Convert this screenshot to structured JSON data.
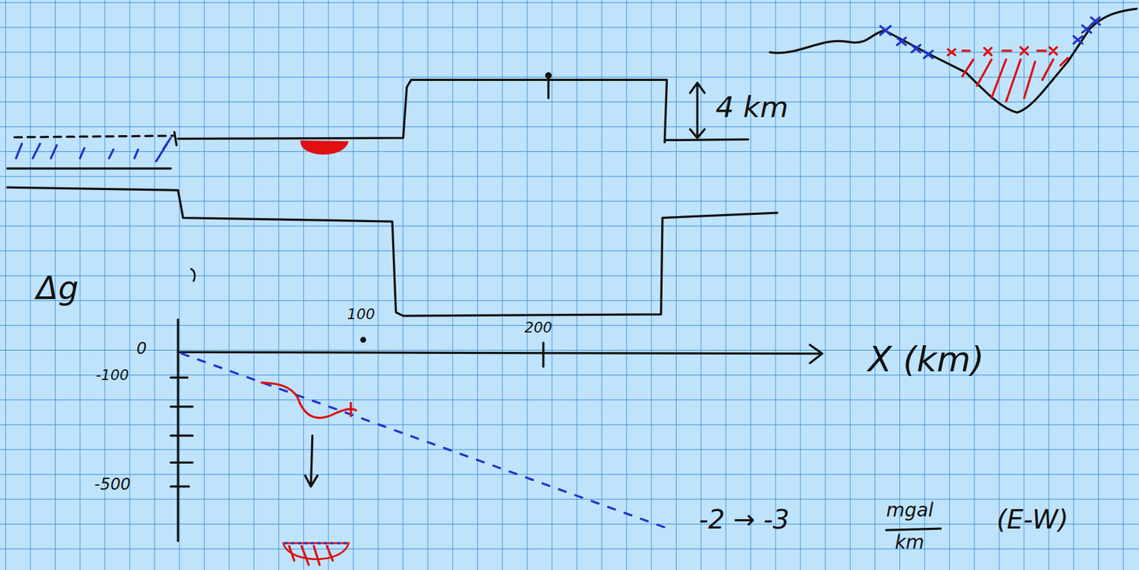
{
  "diagram": {
    "labels": [
      "4 km",
      "Δg",
      "100",
      "200",
      "0",
      "-100",
      "-500",
      "X (km)",
      "-2 → -3",
      "mgal",
      "km",
      "(E-W)"
    ]
  }
}
